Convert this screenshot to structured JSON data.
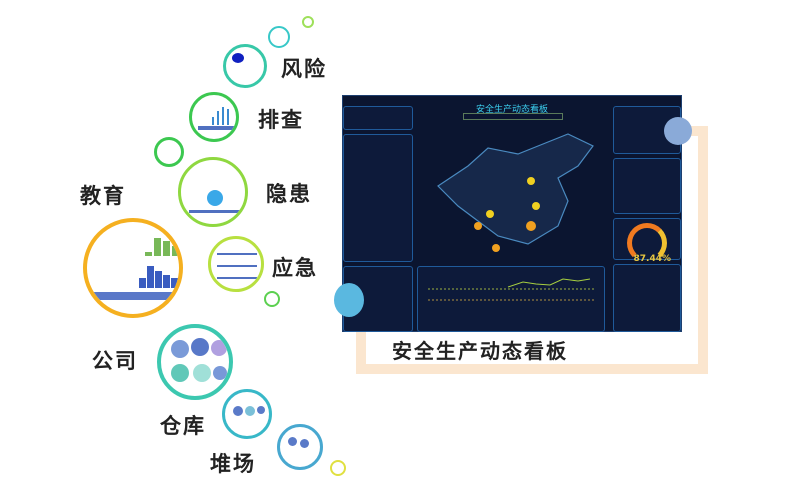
{
  "features": [
    {
      "label": "风险",
      "color": "#38c8a8"
    },
    {
      "label": "排查",
      "color": "#3cc850"
    },
    {
      "label": "隐患",
      "color": "#8fd840"
    },
    {
      "label": "教育",
      "color": "#f5b020"
    },
    {
      "label": "应急",
      "color": "#b8e040"
    },
    {
      "label": "公司",
      "color": "#3cc8b0"
    },
    {
      "label": "仓库",
      "color": "#38b8c8"
    },
    {
      "label": "堆场",
      "color": "#48a8d0"
    }
  ],
  "dashboard": {
    "title": "安全生产动态看板",
    "gauge_value": "87.44%"
  },
  "caption": "安全生产动态看板"
}
